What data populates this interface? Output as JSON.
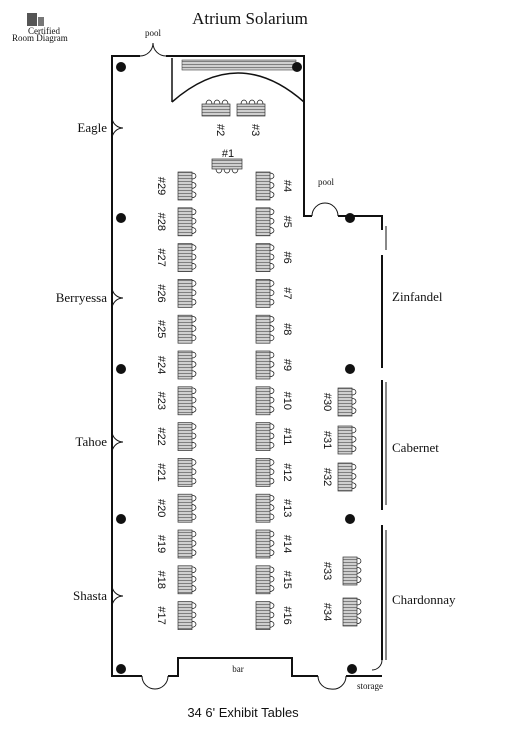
{
  "title": "Atrium Solarium",
  "caption": "34 6' Exhibit Tables",
  "logo": {
    "line1": "Certified",
    "line2": "Room Diagram"
  },
  "doors": {
    "pool": "pool",
    "bar": "bar",
    "storage": "storage"
  },
  "left_rooms": [
    "Eagle",
    "Berryessa",
    "Tahoe",
    "Shasta"
  ],
  "right_rooms": [
    "Zinfandel",
    "Cabernet",
    "Chardonnay"
  ],
  "tables": {
    "top": [
      "#2",
      "#3"
    ],
    "head": "#1",
    "left_column": [
      "#29",
      "#28",
      "#27",
      "#26",
      "#25",
      "#24",
      "#23",
      "#22",
      "#21",
      "#20",
      "#19",
      "#18",
      "#17"
    ],
    "center_column": [
      "#4",
      "#5",
      "#6",
      "#7",
      "#8",
      "#9",
      "#10",
      "#11",
      "#12",
      "#13",
      "#14",
      "#15",
      "#16"
    ],
    "cabernet": [
      "#30",
      "#31",
      "#32"
    ],
    "chardonnay": [
      "#33",
      "#34"
    ]
  }
}
